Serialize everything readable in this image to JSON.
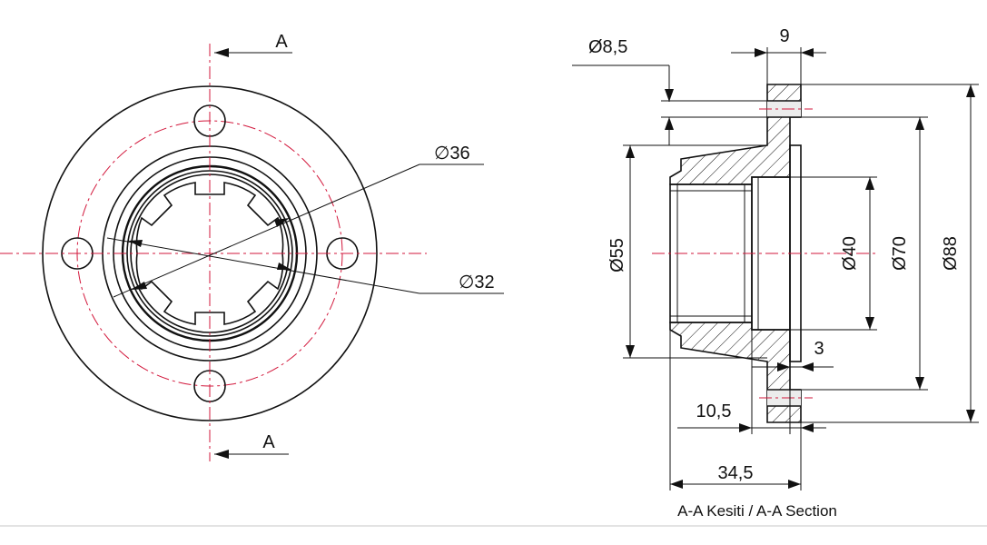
{
  "front_view": {
    "section_mark_top": "A",
    "section_mark_bottom": "A",
    "dia_36": "∅36",
    "dia_32": "∅32"
  },
  "section_view": {
    "dim_hole": "Ø8,5",
    "dim_flange_width": "9",
    "dim_55": "Ø55",
    "dim_40": "Ø40",
    "dim_70": "Ø70",
    "dim_88": "Ø88",
    "dim_3": "3",
    "dim_10_5": "10,5",
    "dim_34_5": "34,5",
    "caption": "A-A Kesiti / A-A Section"
  },
  "colors": {
    "line": "#111111",
    "center_line": "#d2173b",
    "body_fill": "#ececec",
    "hatch": "#111111"
  }
}
